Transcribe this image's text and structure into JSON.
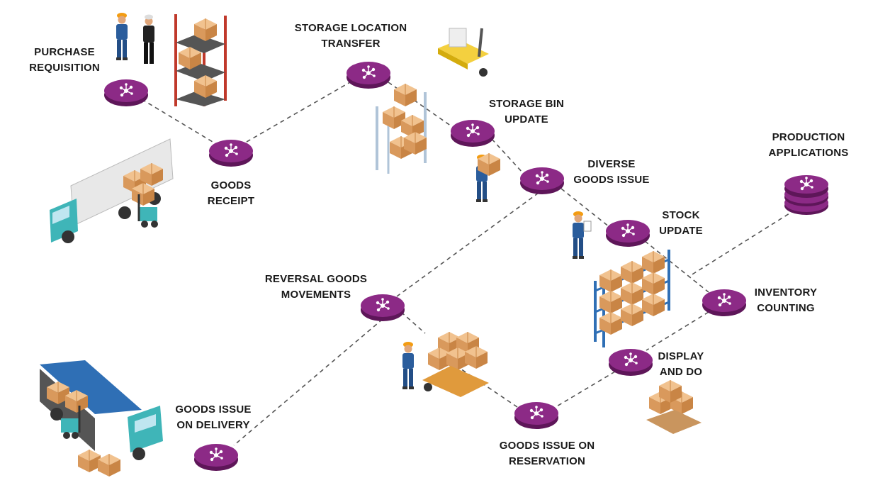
{
  "colors": {
    "node_top": "#8c2a86",
    "node_side": "#5e1659",
    "connector": "#555555",
    "box": "#e6b07a",
    "shelf_red": "#c0392b",
    "shelf_blue": "#2f6fb5",
    "truck_teal": "#3fb5b8",
    "worker_blue": "#2b5d9c",
    "helmet": "#f39c12"
  },
  "nodes": {
    "purchase_requisition": [
      "PURCHASE",
      "REQUISITION"
    ],
    "goods_receipt": [
      "GOODS",
      "RECEIPT"
    ],
    "storage_location_transfer": [
      "STORAGE LOCATION",
      "TRANSFER"
    ],
    "storage_bin_update": [
      "STORAGE BIN",
      "UPDATE"
    ],
    "diverse_goods_issue": [
      "DIVERSE",
      "GOODS ISSUE"
    ],
    "stock_update": [
      "STOCK",
      "UPDATE"
    ],
    "production_applications": [
      "PRODUCTION",
      "APPLICATIONS"
    ],
    "inventory_counting": [
      "INVENTORY",
      "COUNTING"
    ],
    "display_and_do": [
      "DISPLAY",
      "AND DO"
    ],
    "reversal_goods_movements": [
      "REVERSAL GOODS",
      "MOVEMENTS"
    ],
    "goods_issue_on_delivery": [
      "GOODS ISSUE",
      "ON DELIVERY"
    ],
    "goods_issue_on_reservation": [
      "GOODS ISSUE ON",
      "RESERVATION"
    ]
  },
  "icons": {
    "node": "hub-network-icon",
    "database": "database-icon"
  }
}
